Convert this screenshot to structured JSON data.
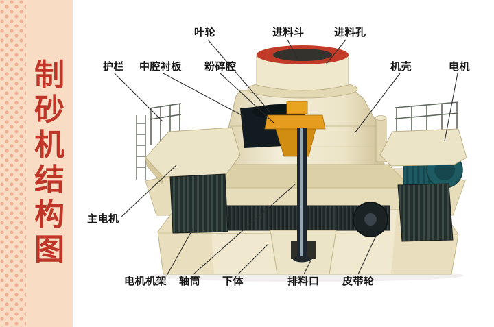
{
  "page": {
    "accent_color": "#bf3628",
    "banner_bg": "#f8dcc4",
    "dot_color": "#f0ae93"
  },
  "sidebar": {
    "title": "制砂机结构图",
    "title_chars": [
      "制",
      "砂",
      "机",
      "结",
      "构",
      "图"
    ]
  },
  "labels": {
    "impeller": "叶轮",
    "feed_hopper": "进料斗",
    "feed_inlet": "进料孔",
    "guardrail": "护栏",
    "chamber_liner": "中腔衬板",
    "crushing_chamber": "粉碎腔",
    "casing": "机壳",
    "motor": "电机",
    "main_motor": "主电机",
    "motor_frame": "电机机架",
    "shaft_tube": "轴筒",
    "lower_body": "下体",
    "discharge_port": "排料口",
    "belt_pulley": "皮带轮"
  }
}
